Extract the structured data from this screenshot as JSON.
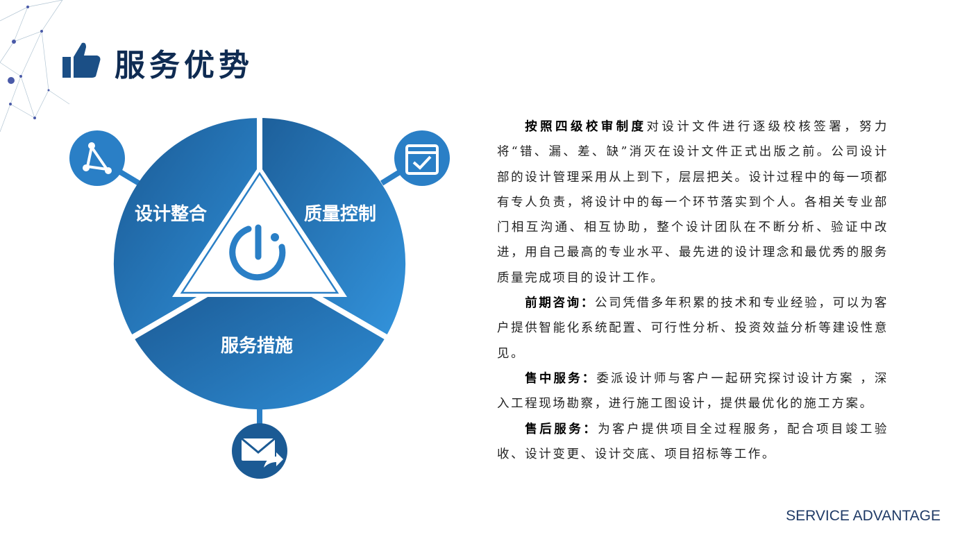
{
  "header": {
    "title": "服务优势"
  },
  "diagram": {
    "segments": [
      "设计整合",
      "质量控制",
      "服务措施"
    ],
    "colors": {
      "dark": "#1b5a94",
      "light": "#2f8fd8"
    }
  },
  "paragraphs": [
    {
      "lead": "按照四级校审制度",
      "body": "对设计文件进行逐级校核签署，努力将“错、漏、差、缺”消灭在设计文件正式出版之前。公司设计部的设计管理采用从上到下，层层把关。设计过程中的每一项都有专人负责，将设计中的每一个环节落实到个人。各相关专业部门相互沟通、相互协助，整个设计团队在不断分析、验证中改进，用自己最高的专业水平、最先进的设计理念和最优秀的服务质量完成项目的设计工作。"
    },
    {
      "lead": "前期咨询：",
      "body": "公司凭借多年积累的技术和专业经验，可以为客户提供智能化系统配置、可行性分析、投资效益分析等建设性意见。"
    },
    {
      "lead": "售中服务：",
      "body": "委派设计师与客户一起研究探讨设计方案 ，深入工程现场勘察，进行施工图设计，提供最优化的施工方案。"
    },
    {
      "lead": "售后服务：",
      "body": "为客户提供项目全过程服务，配合项目竣工验收、设计变更、设计交底、项目招标等工作。"
    }
  ],
  "footer": {
    "text": "SERVICE ADVANTAGE"
  }
}
